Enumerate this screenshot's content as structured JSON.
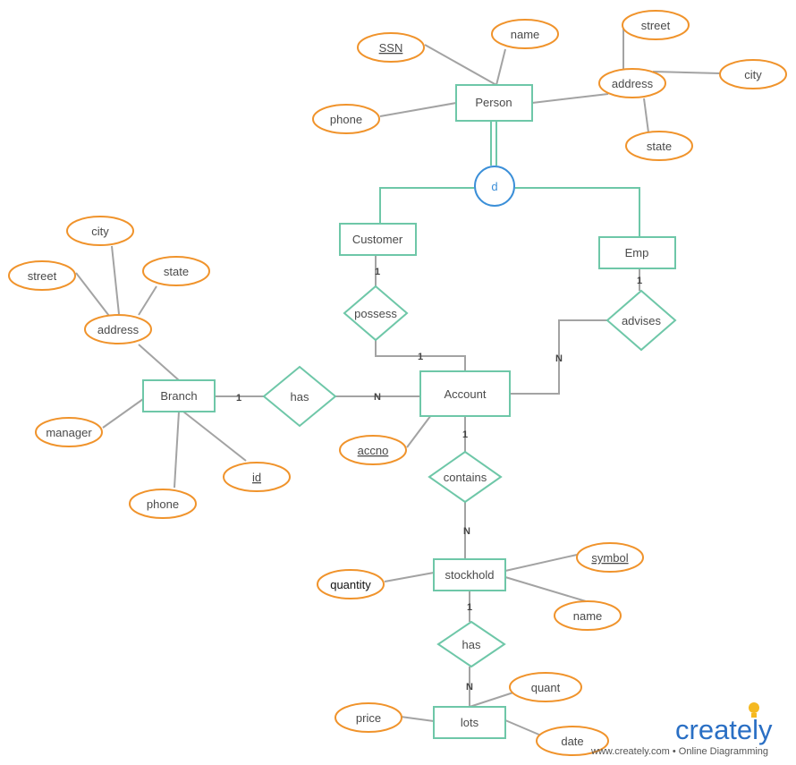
{
  "entities": {
    "person": "Person",
    "customer": "Customer",
    "emp": "Emp",
    "branch": "Branch",
    "account": "Account",
    "stockhold": "stockhold",
    "lots": "lots"
  },
  "relationships": {
    "possess": "possess",
    "advises": "advises",
    "branch_has": "has",
    "contains": "contains",
    "stock_has": "has"
  },
  "disjoint_label": "d",
  "attributes": {
    "person_ssn": "SSN",
    "person_name": "name",
    "person_phone": "phone",
    "person_address": "address",
    "person_street": "street",
    "person_city": "city",
    "person_state": "state",
    "branch_city": "city",
    "branch_street": "street",
    "branch_state": "state",
    "branch_address": "address",
    "branch_manager": "manager",
    "branch_phone": "phone",
    "branch_id": "id",
    "account_accno": "accno",
    "stock_quantity": "quantity",
    "stock_symbol": "symbol",
    "stock_name": "name",
    "lots_price": "price",
    "lots_quant": "quant",
    "lots_date": "date"
  },
  "cardinalities": {
    "customer_possess": "1",
    "possess_account": "1",
    "emp_advises": "1",
    "advises_account": "N",
    "branch_has": "1",
    "has_account": "N",
    "account_contains": "1",
    "contains_stockhold": "N",
    "stockhold_has": "1",
    "has_lots": "N"
  },
  "branding": {
    "logo_text": "creately",
    "tagline": "www.creately.com • Online Diagramming"
  },
  "colors": {
    "entity_border": "#6ec7a8",
    "attribute_border": "#f0932b",
    "disjoint_border": "#3b8fd8",
    "edge": "#a3a3a3"
  }
}
